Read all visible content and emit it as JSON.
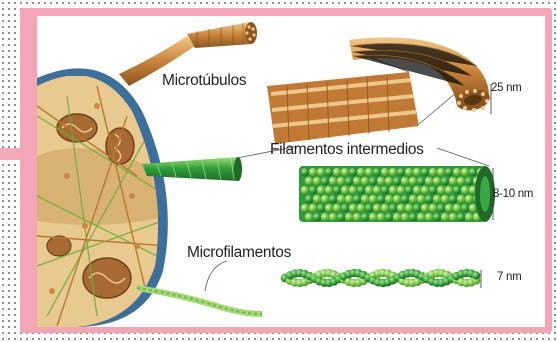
{
  "labels": {
    "microtubules": "Microtúbulos",
    "intermediate_filaments": "Filamentos intermedios",
    "microfilaments": "Microfilamentos"
  },
  "sizes": {
    "microtubules": "25 nm",
    "intermediate_filaments": "8-10 nm",
    "microfilaments": "7 nm"
  },
  "colors": {
    "frame": "#f4a6b6",
    "microtubule": "#c8873e",
    "intermediate_filament": "#3fa844",
    "microfilament": "#7cc04a",
    "cell_membrane": "#3d6f9a",
    "cytoplasm": "#e8c98f"
  }
}
